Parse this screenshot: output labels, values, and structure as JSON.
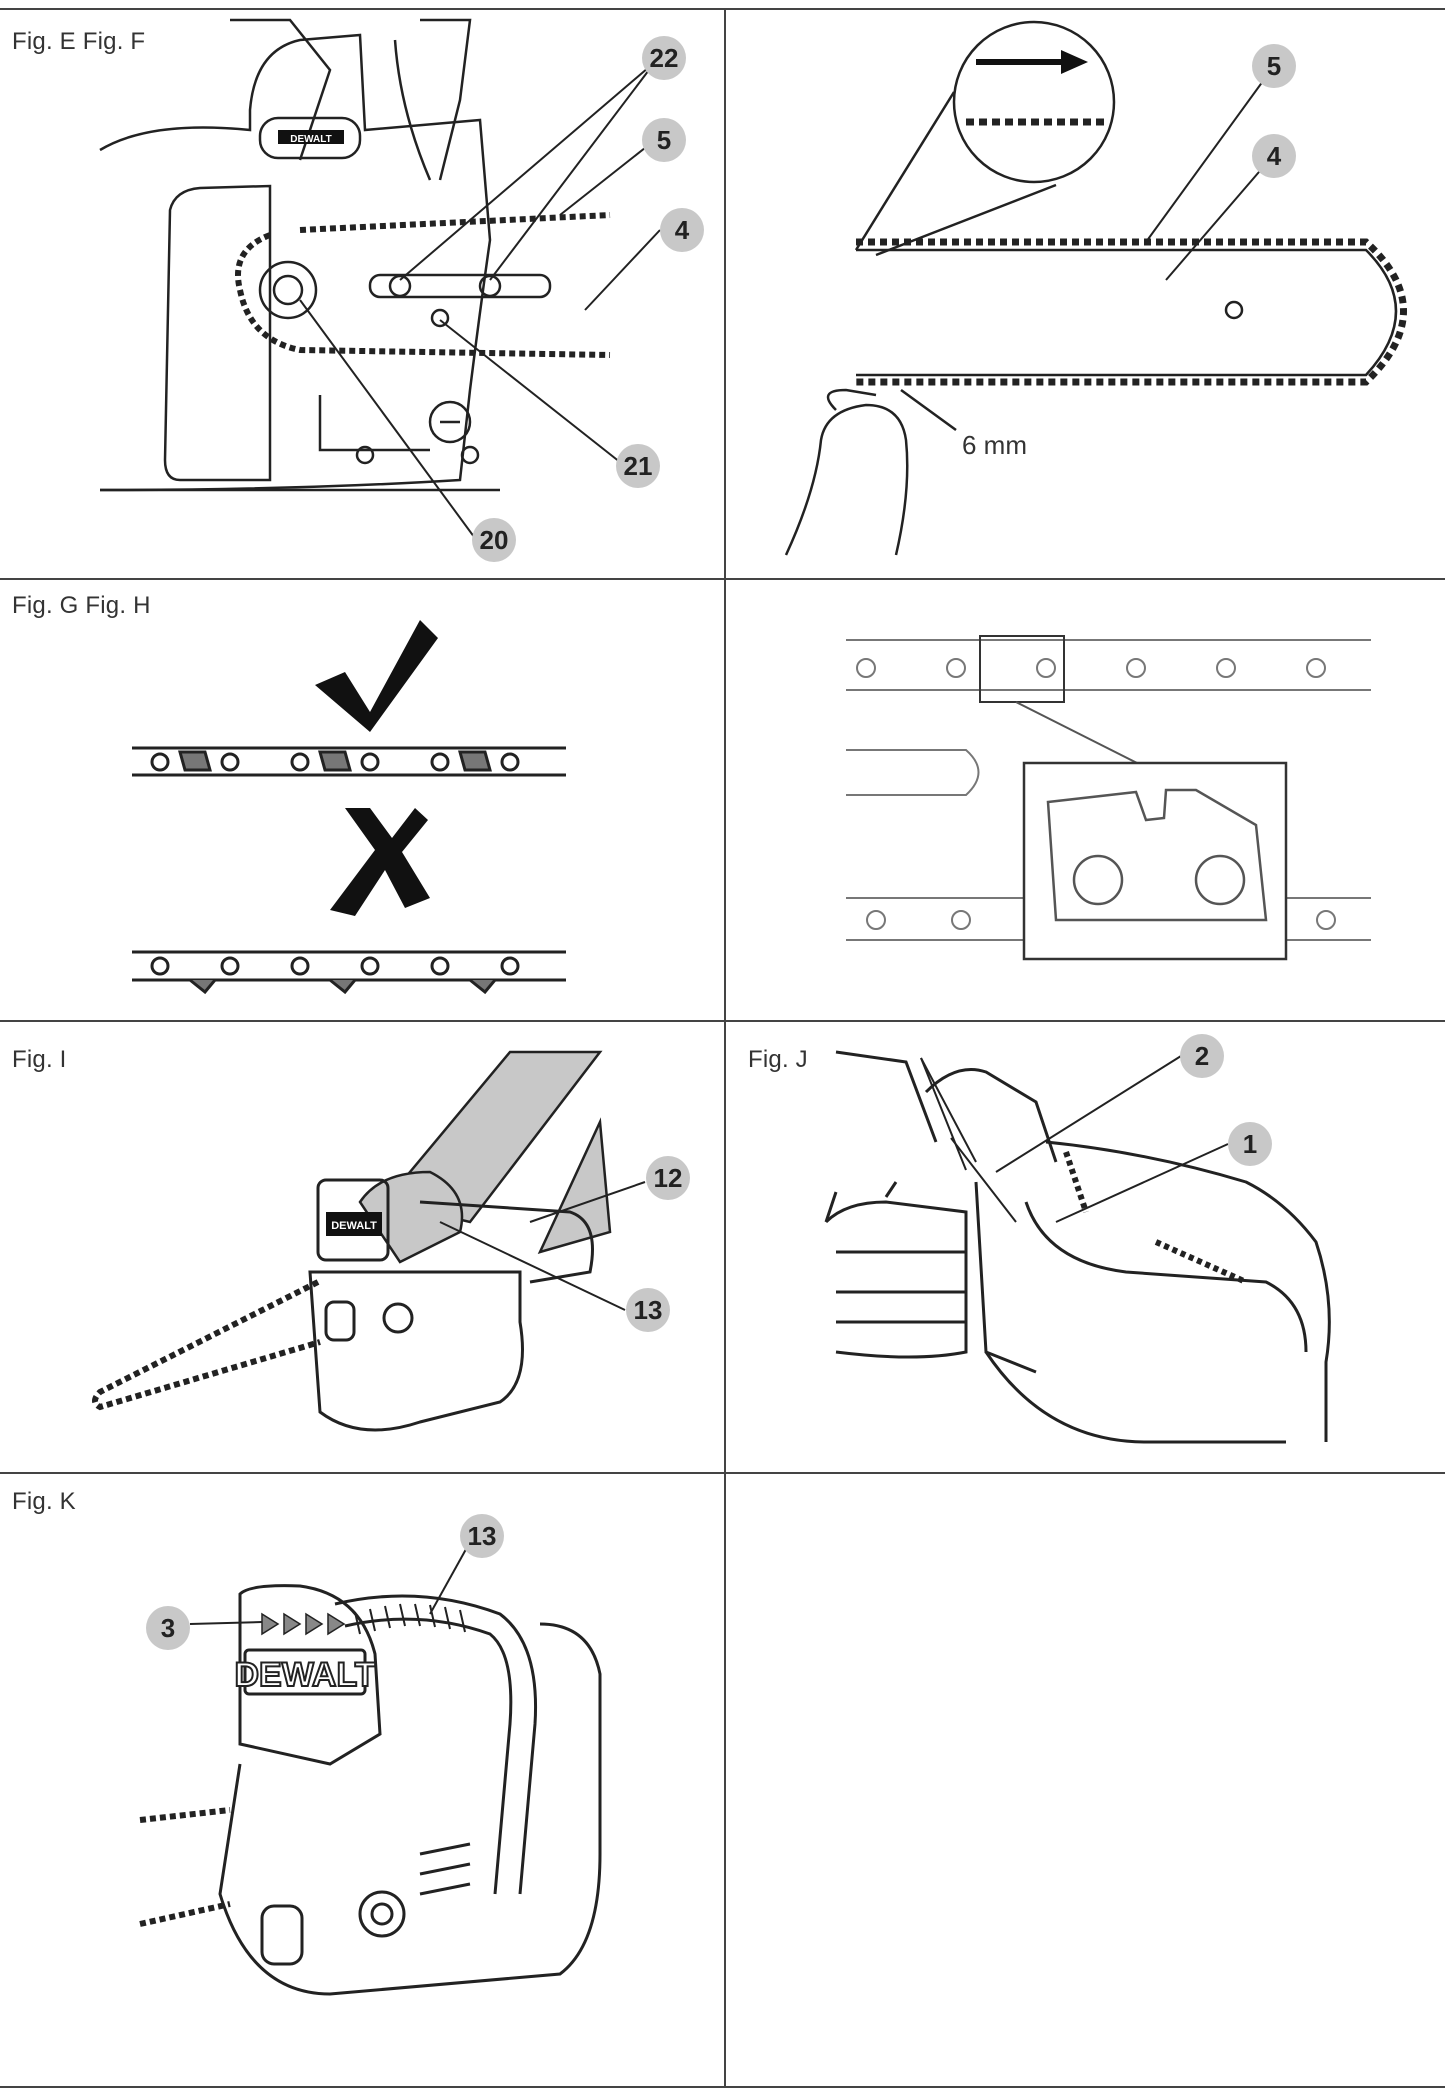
{
  "figures": {
    "ef": {
      "label": "Fig. E Fig. F",
      "callouts": [
        "22",
        "5",
        "4",
        "21",
        "20"
      ]
    },
    "f": {
      "callouts": [
        "5",
        "4"
      ],
      "measure": "6 mm"
    },
    "gh": {
      "label": "Fig. G Fig. H"
    },
    "i": {
      "label": "Fig. I",
      "callouts": [
        "12",
        "13"
      ]
    },
    "j": {
      "label": "Fig. J",
      "callouts": [
        "2",
        "1"
      ]
    },
    "k": {
      "label": "Fig. K",
      "callouts": [
        "13",
        "3"
      ]
    }
  },
  "brand": "DEWALT",
  "icons": {
    "check": "checkmark-icon",
    "cross": "cross-icon",
    "arrow": "arrow-right-icon"
  }
}
